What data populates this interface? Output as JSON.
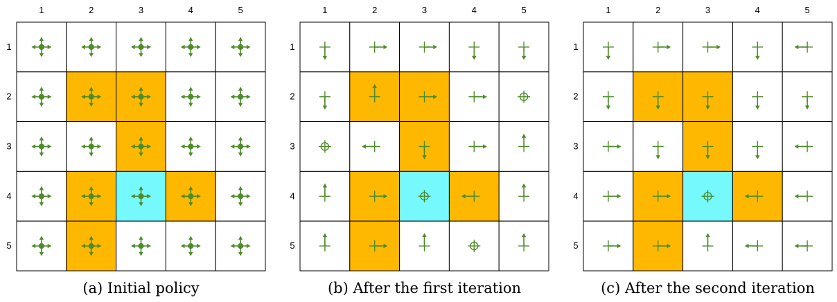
{
  "colors": {
    "forbidden": "#FFB800",
    "target": "#75F9FD",
    "arrow": "#4E8B2A",
    "grid": "#000000"
  },
  "panels": [
    {
      "caption": "(a) Initial policy",
      "col_labels": [
        "1",
        "2",
        "3",
        "4",
        "5"
      ],
      "row_labels": [
        "1",
        "2",
        "3",
        "4",
        "5"
      ],
      "cell_types": [
        [
          "normal",
          "normal",
          "normal",
          "normal",
          "normal"
        ],
        [
          "normal",
          "forbidden",
          "forbidden",
          "normal",
          "normal"
        ],
        [
          "normal",
          "normal",
          "forbidden",
          "normal",
          "normal"
        ],
        [
          "normal",
          "forbidden",
          "target",
          "forbidden",
          "normal"
        ],
        [
          "normal",
          "forbidden",
          "normal",
          "normal",
          "normal"
        ]
      ],
      "policy": [
        [
          [
            0.2,
            0.2,
            0.2,
            0.2,
            0.2
          ],
          [
            0.2,
            0.2,
            0.2,
            0.2,
            0.2
          ],
          [
            0.2,
            0.2,
            0.2,
            0.2,
            0.2
          ],
          [
            0.2,
            0.2,
            0.2,
            0.2,
            0.2
          ],
          [
            0.2,
            0.2,
            0.2,
            0.2,
            0.2
          ]
        ],
        [
          [
            0.2,
            0.2,
            0.2,
            0.2,
            0.2
          ],
          [
            0.2,
            0.2,
            0.2,
            0.2,
            0.2
          ],
          [
            0.2,
            0.2,
            0.2,
            0.2,
            0.2
          ],
          [
            0.2,
            0.2,
            0.2,
            0.2,
            0.2
          ],
          [
            0.2,
            0.2,
            0.2,
            0.2,
            0.2
          ]
        ],
        [
          [
            0.2,
            0.2,
            0.2,
            0.2,
            0.2
          ],
          [
            0.2,
            0.2,
            0.2,
            0.2,
            0.2
          ],
          [
            0.2,
            0.2,
            0.2,
            0.2,
            0.2
          ],
          [
            0.2,
            0.2,
            0.2,
            0.2,
            0.2
          ],
          [
            0.2,
            0.2,
            0.2,
            0.2,
            0.2
          ]
        ],
        [
          [
            0.2,
            0.2,
            0.2,
            0.2,
            0.2
          ],
          [
            0.2,
            0.2,
            0.2,
            0.2,
            0.2
          ],
          [
            0.2,
            0.2,
            0.2,
            0.2,
            0.2
          ],
          [
            0.2,
            0.2,
            0.2,
            0.2,
            0.2
          ],
          [
            0.2,
            0.2,
            0.2,
            0.2,
            0.2
          ]
        ],
        [
          [
            0.2,
            0.2,
            0.2,
            0.2,
            0.2
          ],
          [
            0.2,
            0.2,
            0.2,
            0.2,
            0.2
          ],
          [
            0.2,
            0.2,
            0.2,
            0.2,
            0.2
          ],
          [
            0.2,
            0.2,
            0.2,
            0.2,
            0.2
          ],
          [
            0.2,
            0.2,
            0.2,
            0.2,
            0.2
          ]
        ]
      ]
    },
    {
      "caption": "(b) After the first iteration",
      "col_labels": [
        "1",
        "2",
        "3",
        "4",
        "5"
      ],
      "row_labels": [
        "1",
        "2",
        "3",
        "4",
        "5"
      ],
      "cell_types": [
        [
          "normal",
          "normal",
          "normal",
          "normal",
          "normal"
        ],
        [
          "normal",
          "forbidden",
          "forbidden",
          "normal",
          "normal"
        ],
        [
          "normal",
          "normal",
          "forbidden",
          "normal",
          "normal"
        ],
        [
          "normal",
          "forbidden",
          "target",
          "forbidden",
          "normal"
        ],
        [
          "normal",
          "forbidden",
          "normal",
          "normal",
          "normal"
        ]
      ],
      "policy": [
        [
          [
            0,
            0,
            1,
            0,
            0
          ],
          [
            0,
            1,
            0,
            0,
            0
          ],
          [
            0,
            1,
            0,
            0,
            0
          ],
          [
            0,
            0,
            1,
            0,
            0
          ],
          [
            0,
            0,
            1,
            0,
            0
          ]
        ],
        [
          [
            0,
            0,
            1,
            0,
            0
          ],
          [
            1,
            0,
            0,
            0,
            0
          ],
          [
            0,
            1,
            0,
            0,
            0
          ],
          [
            0,
            1,
            0,
            0,
            0
          ],
          [
            0,
            0,
            0,
            0,
            1
          ]
        ],
        [
          [
            0,
            0,
            0,
            0,
            1
          ],
          [
            0,
            0,
            0,
            1,
            0
          ],
          [
            0,
            0,
            1,
            0,
            0
          ],
          [
            0,
            1,
            0,
            0,
            0
          ],
          [
            1,
            0,
            0,
            0,
            0
          ]
        ],
        [
          [
            1,
            0,
            0,
            0,
            0
          ],
          [
            0,
            1,
            0,
            0,
            0
          ],
          [
            0,
            0,
            0,
            0,
            1
          ],
          [
            0,
            0,
            0,
            1,
            0
          ],
          [
            1,
            0,
            0,
            0,
            0
          ]
        ],
        [
          [
            1,
            0,
            0,
            0,
            0
          ],
          [
            0,
            1,
            0,
            0,
            0
          ],
          [
            1,
            0,
            0,
            0,
            0
          ],
          [
            0,
            0,
            0,
            0,
            1
          ],
          [
            1,
            0,
            0,
            0,
            0
          ]
        ]
      ]
    },
    {
      "caption": "(c) After the second iteration",
      "col_labels": [
        "1",
        "2",
        "3",
        "4",
        "5"
      ],
      "row_labels": [
        "1",
        "2",
        "3",
        "4",
        "5"
      ],
      "cell_types": [
        [
          "normal",
          "normal",
          "normal",
          "normal",
          "normal"
        ],
        [
          "normal",
          "forbidden",
          "forbidden",
          "normal",
          "normal"
        ],
        [
          "normal",
          "normal",
          "forbidden",
          "normal",
          "normal"
        ],
        [
          "normal",
          "forbidden",
          "target",
          "forbidden",
          "normal"
        ],
        [
          "normal",
          "forbidden",
          "normal",
          "normal",
          "normal"
        ]
      ],
      "policy": [
        [
          [
            0,
            0,
            1,
            0,
            0
          ],
          [
            0,
            1,
            0,
            0,
            0
          ],
          [
            0,
            1,
            0,
            0,
            0
          ],
          [
            0,
            0,
            1,
            0,
            0
          ],
          [
            0,
            0,
            0,
            1,
            0
          ]
        ],
        [
          [
            0,
            0,
            1,
            0,
            0
          ],
          [
            0,
            0,
            1,
            0,
            0
          ],
          [
            0,
            0,
            1,
            0,
            0
          ],
          [
            0,
            0,
            1,
            0,
            0
          ],
          [
            0,
            0,
            1,
            0,
            0
          ]
        ],
        [
          [
            0,
            1,
            0,
            0,
            0
          ],
          [
            0,
            0,
            1,
            0,
            0
          ],
          [
            0,
            0,
            1,
            0,
            0
          ],
          [
            0,
            0,
            1,
            0,
            0
          ],
          [
            0,
            0,
            0,
            1,
            0
          ]
        ],
        [
          [
            0,
            1,
            0,
            0,
            0
          ],
          [
            0,
            1,
            0,
            0,
            0
          ],
          [
            0,
            0,
            0,
            0,
            1
          ],
          [
            0,
            0,
            0,
            1,
            0
          ],
          [
            0,
            0,
            0,
            1,
            0
          ]
        ],
        [
          [
            0,
            1,
            0,
            0,
            0
          ],
          [
            0,
            1,
            0,
            0,
            0
          ],
          [
            1,
            0,
            0,
            0,
            0
          ],
          [
            0,
            0,
            0,
            1,
            0
          ],
          [
            0,
            0,
            0,
            1,
            0
          ]
        ]
      ]
    }
  ]
}
